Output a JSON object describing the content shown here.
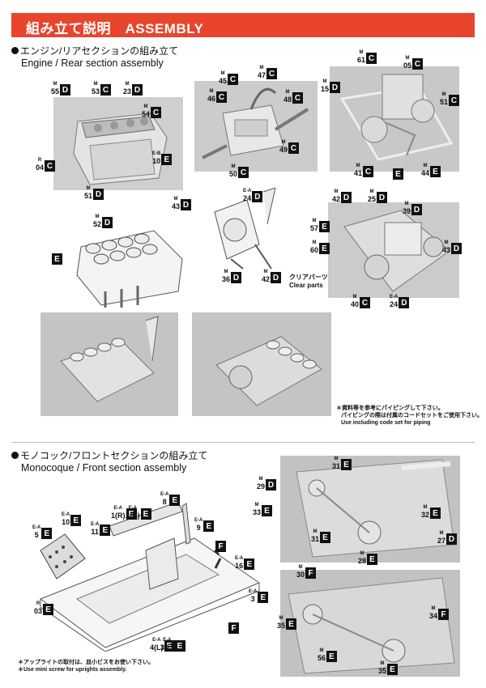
{
  "header": {
    "title": "組み立て説明　ASSEMBLY"
  },
  "sections": [
    {
      "jp": "エンジン/リアセクションの組み立て",
      "en": "Engine / Rear section assembly"
    },
    {
      "jp": "モノコック/フロントセクションの組み立て",
      "en": "Monocoque / Front section assembly"
    }
  ],
  "notes": {
    "piping_jp_1": "＊資料等を参考にパイピングして下さい。",
    "piping_jp_2": "パイピングの際は付属のコードセットをご使用下さい。",
    "piping_en": "Use including code set for piping",
    "upright_jp": "＊アップライトの取付は、皿小ビスをお使い下さい。",
    "upright_en": "＊Use mini screw for uprights assembly."
  },
  "clear_parts": {
    "jp": "クリアパーツ",
    "en": "Clear parts"
  },
  "labels": [
    {
      "top": "M",
      "num": "55",
      "tag": "D"
    },
    {
      "top": "M",
      "num": "53",
      "tag": "C"
    },
    {
      "top": "M",
      "num": "23",
      "tag": "D"
    },
    {
      "top": "M",
      "num": "54",
      "tag": "C"
    },
    {
      "top": "E-B",
      "num": "10",
      "tag": "E"
    },
    {
      "top": "R",
      "num": "04",
      "tag": "C"
    },
    {
      "top": "M",
      "num": "51",
      "tag": "D"
    },
    {
      "top": "M",
      "num": "45",
      "tag": "C"
    },
    {
      "top": "M",
      "num": "47",
      "tag": "C"
    },
    {
      "top": "M",
      "num": "46",
      "tag": "C"
    },
    {
      "top": "M",
      "num": "48",
      "tag": "C"
    },
    {
      "top": "M",
      "num": "49",
      "tag": "C"
    },
    {
      "top": "M",
      "num": "50",
      "tag": "C"
    },
    {
      "top": "M",
      "num": "61",
      "tag": "C"
    },
    {
      "top": "M",
      "num": "05",
      "tag": "C"
    },
    {
      "top": "M",
      "num": "15",
      "tag": "D"
    },
    {
      "top": "M",
      "num": "51",
      "tag": "C"
    },
    {
      "top": "M",
      "num": "41",
      "tag": "C"
    },
    {
      "top": "",
      "num": "",
      "tag": "E"
    },
    {
      "top": "M",
      "num": "44",
      "tag": "E"
    },
    {
      "top": "M",
      "num": "43",
      "tag": "D"
    },
    {
      "top": "E-A",
      "num": "24",
      "tag": "D"
    },
    {
      "top": "M",
      "num": "52",
      "tag": "D"
    },
    {
      "top": "",
      "num": "",
      "tag": "E"
    },
    {
      "top": "M",
      "num": "36",
      "tag": "D"
    },
    {
      "top": "M",
      "num": "42",
      "tag": "D"
    },
    {
      "top": "M",
      "num": "42",
      "tag": "D"
    },
    {
      "top": "M",
      "num": "25",
      "tag": "D"
    },
    {
      "top": "M",
      "num": "39",
      "tag": "D"
    },
    {
      "top": "M",
      "num": "57",
      "tag": "E"
    },
    {
      "top": "M",
      "num": "60",
      "tag": "E"
    },
    {
      "top": "M",
      "num": "43",
      "tag": "D"
    },
    {
      "top": "M",
      "num": "40",
      "tag": "C"
    },
    {
      "top": "E-A",
      "num": "24",
      "tag": "D"
    },
    {
      "top": "M",
      "num": "31",
      "tag": "E"
    },
    {
      "top": "M",
      "num": "29",
      "tag": "D"
    },
    {
      "top": "M",
      "num": "33",
      "tag": "E"
    },
    {
      "top": "M",
      "num": "32",
      "tag": "E"
    },
    {
      "top": "M",
      "num": "31",
      "tag": "E"
    },
    {
      "top": "M",
      "num": "27",
      "tag": "D"
    },
    {
      "top": "M",
      "num": "28",
      "tag": "E"
    },
    {
      "top": "E-A",
      "num": "8",
      "tag": "E"
    },
    {
      "top": "E-A",
      "num": "10",
      "tag": "E"
    },
    {
      "top": "E-A",
      "num": "5",
      "tag": "E"
    },
    {
      "top": "E-A",
      "num": "1(R)",
      "tag": "E"
    },
    {
      "top": "E-A",
      "num": "2(R)",
      "tag": "E"
    },
    {
      "top": "E-A",
      "num": "11",
      "tag": "E"
    },
    {
      "top": "E-A",
      "num": "9",
      "tag": "E"
    },
    {
      "top": "",
      "num": "",
      "tag": "F"
    },
    {
      "top": "E-A",
      "num": "16",
      "tag": "E"
    },
    {
      "top": "E-A",
      "num": "3",
      "tag": "E"
    },
    {
      "top": "R",
      "num": "03",
      "tag": "E"
    },
    {
      "top": "",
      "num": "",
      "tag": "F"
    },
    {
      "top": "E-A",
      "num": "4(L)",
      "tag": "E"
    },
    {
      "top": "E-A",
      "num": "3(L)",
      "tag": "E"
    },
    {
      "top": "M",
      "num": "30",
      "tag": "F"
    },
    {
      "top": "M",
      "num": "35",
      "tag": "E"
    },
    {
      "top": "M",
      "num": "34",
      "tag": "F"
    },
    {
      "top": "M",
      "num": "56",
      "tag": "E"
    },
    {
      "top": "M",
      "num": "35",
      "tag": "E"
    }
  ]
}
